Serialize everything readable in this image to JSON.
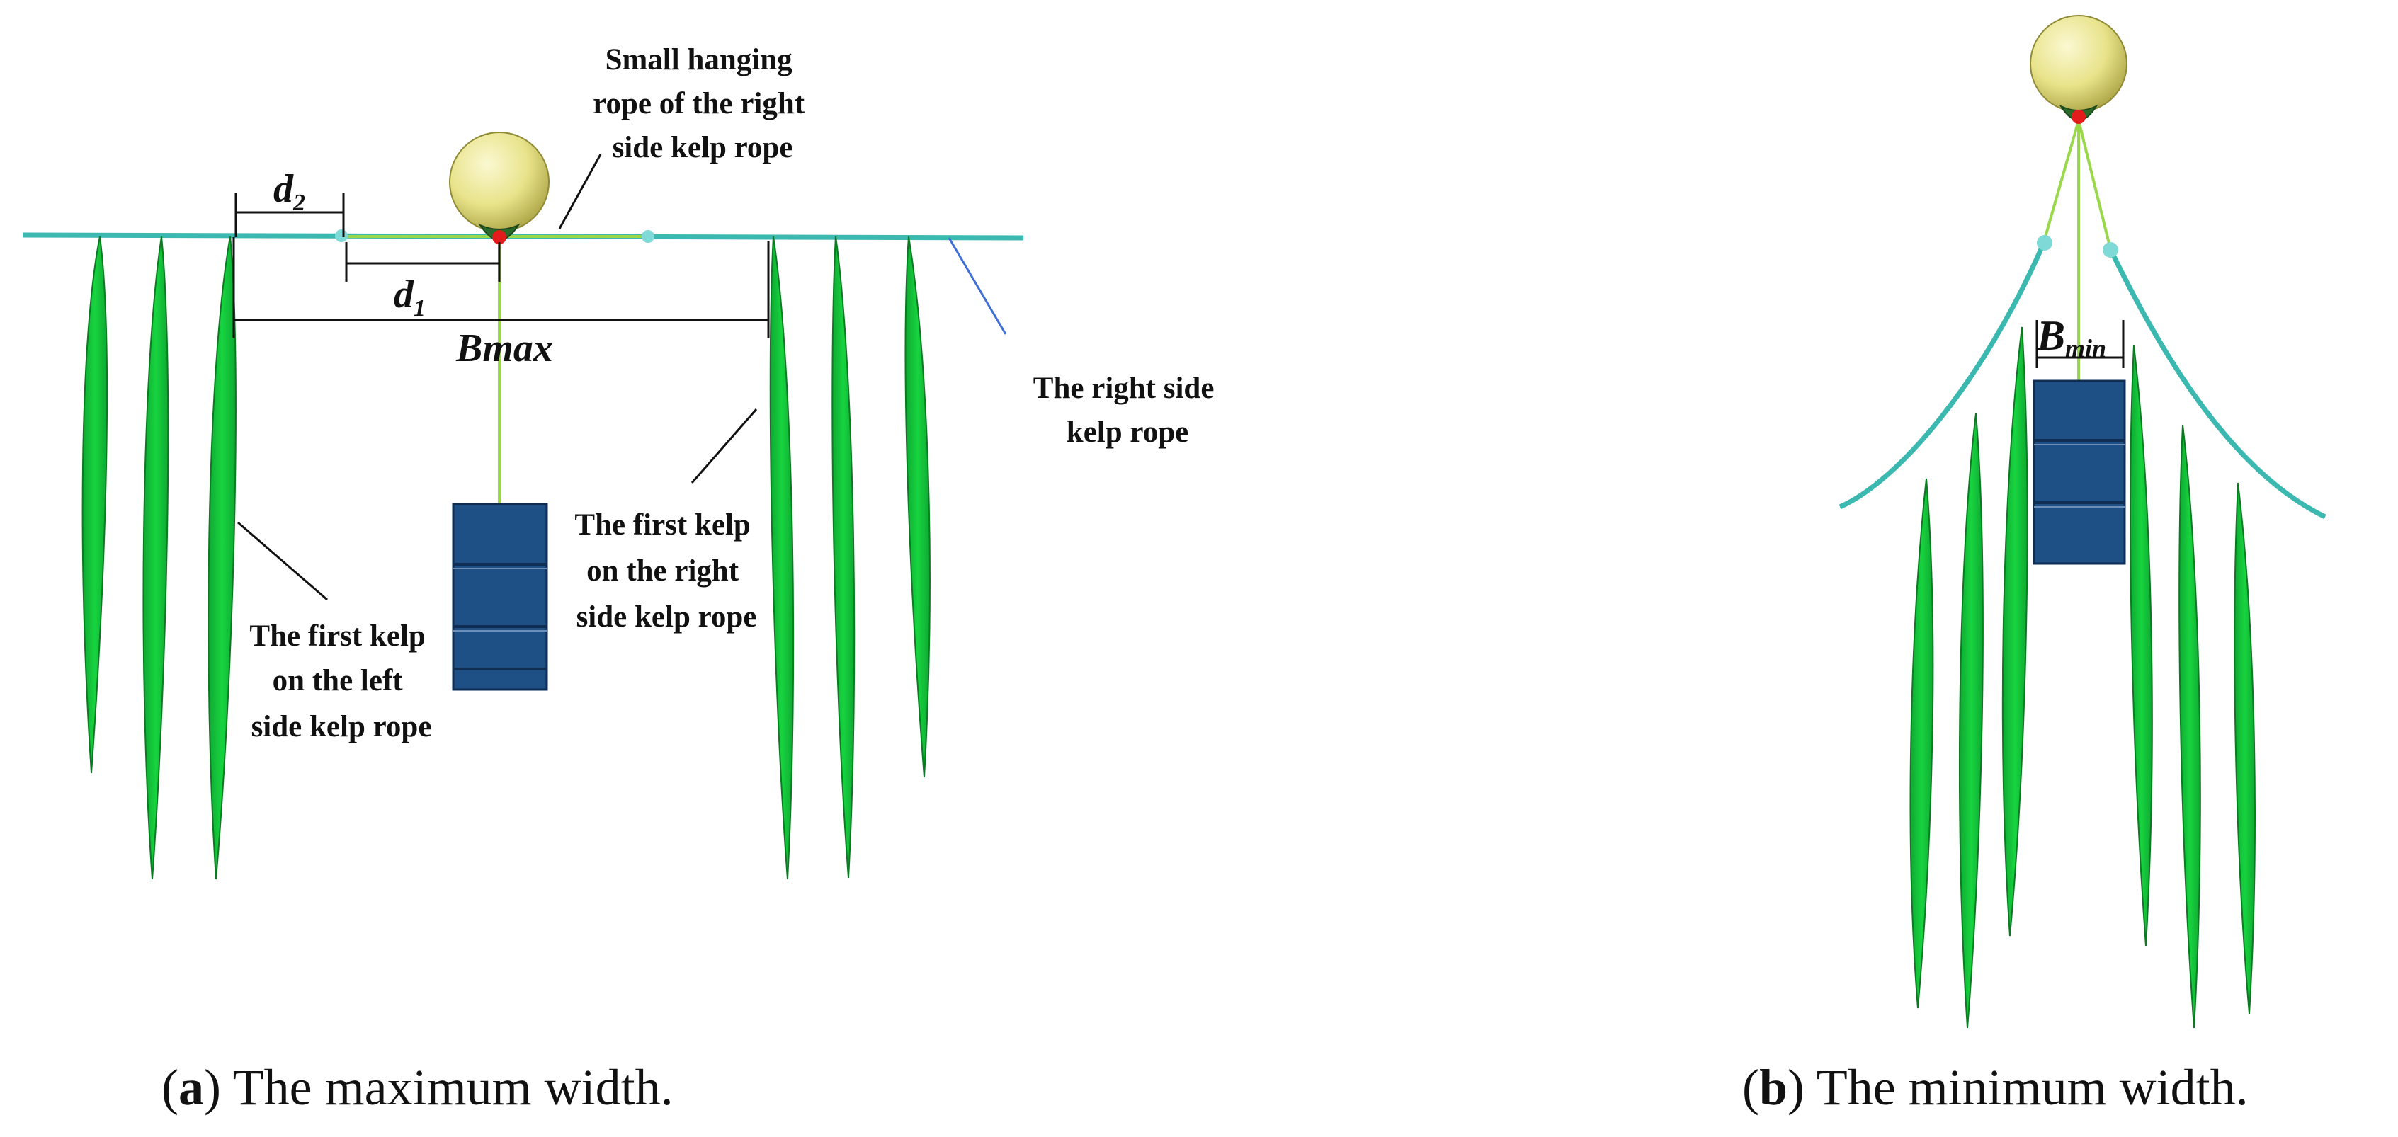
{
  "colors": {
    "background": "#ffffff",
    "kelp_rope": "#3bb8b0",
    "kelp": "#13c83a",
    "kelp_outline": "#0b7a22",
    "hanging_rope": "#99d84a",
    "float": "#e9e58e",
    "weight": "#1e4f85",
    "pointer_line": "#3f6fd6",
    "joint": "#7fd9d6",
    "text": "#111111"
  },
  "panel_a": {
    "labels": {
      "small_hanging_rope": [
        "Small hanging",
        "rope of the right",
        "side kelp rope"
      ],
      "right_side_rope": [
        "The right side",
        "kelp rope"
      ],
      "first_kelp_right": [
        "The first kelp",
        "on the right",
        "side kelp rope"
      ],
      "first_kelp_left": [
        "The first kelp",
        "on the left",
        "side kelp rope"
      ]
    },
    "dimensions": {
      "d2": "d",
      "d2_sub": "2",
      "d1": "d",
      "d1_sub": "1",
      "bmax": "Bmax"
    },
    "caption": {
      "letter": "a",
      "open": "(",
      "close": ")",
      "text": " The maximum width."
    }
  },
  "panel_b": {
    "dimensions": {
      "bmin": "B",
      "bmin_sub": "min"
    },
    "caption": {
      "letter": "b",
      "open": "(",
      "close": ")",
      "text": " The minimum width."
    }
  }
}
